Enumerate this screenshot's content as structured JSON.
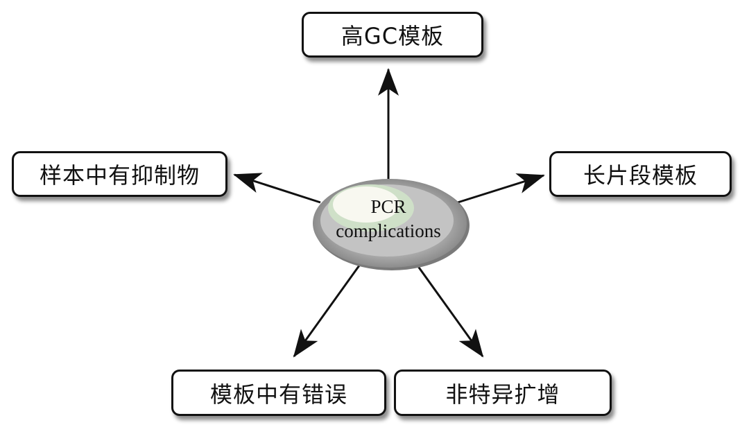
{
  "center": {
    "line1": "PCR",
    "line2": "complications"
  },
  "nodes": {
    "top": "高GC模板",
    "left": "样本中有抑制物",
    "right": "长片段模板",
    "bottom_left": "模板中有错误",
    "bottom_right": "非特异扩增"
  },
  "colors": {
    "ellipse_outer": "#8a8a8a",
    "ellipse_mid": "#b4b4b4",
    "ellipse_highlight_ring": "#c9dcc2",
    "ellipse_highlight_core": "#f7f7ee",
    "arrow": "#111111"
  }
}
